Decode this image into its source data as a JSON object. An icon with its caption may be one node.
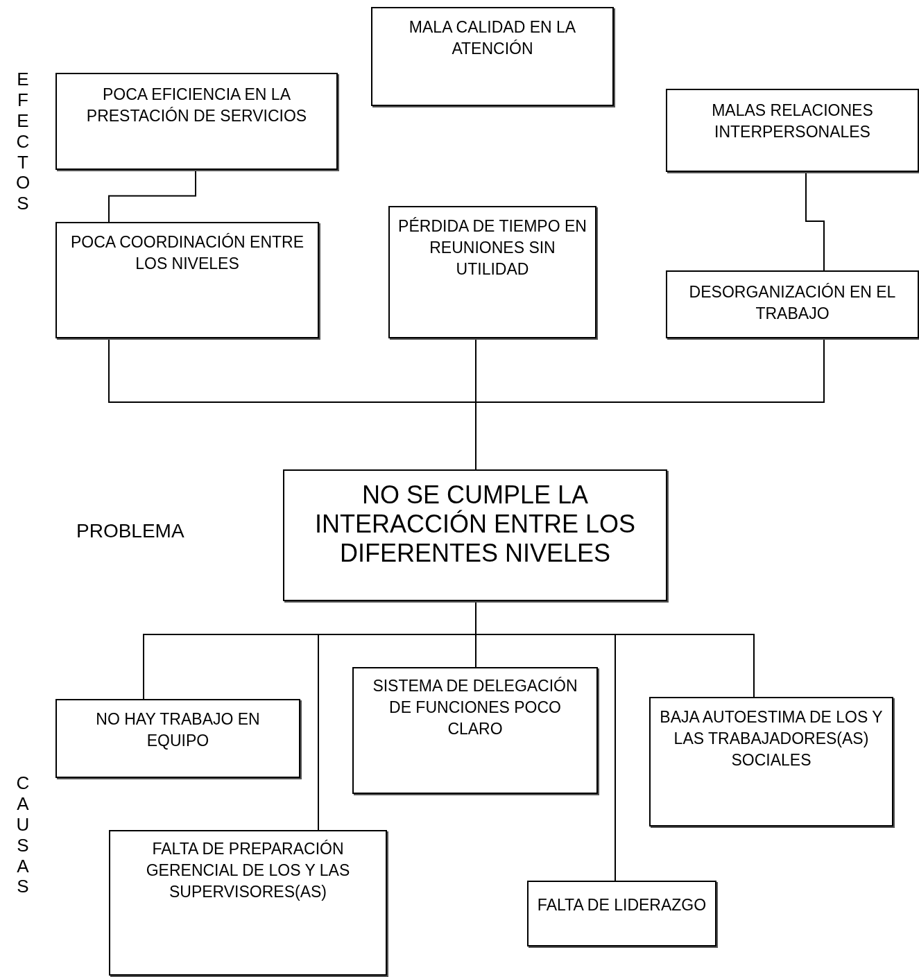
{
  "diagram": {
    "nodes": [
      {
        "text": [
          "MALA CALIDAD EN LA ATENCIÓN"
        ]
      },
      {
        "text": [
          "POCA EFICIENCIA EN LA PRESTACIÓN DE SERVICIOS"
        ]
      },
      {
        "text": [
          "MALAS RELACIONES INTERPERSONALES"
        ]
      },
      {
        "text": [
          "POCA COORDINACIÓN ENTRE LOS NIVELES"
        ]
      },
      {
        "text": [
          "PÉRDIDA DE TIEMPO EN REUNIONES SIN UTILIDAD"
        ]
      },
      {
        "text": [
          "DESORGANIZACIÓN EN EL TRABAJO"
        ]
      },
      {
        "text": [
          "NO SE CUMPLE LA INTERACCIÓN ENTRE LOS DIFERENTES NIVELES"
        ]
      },
      {
        "text": [
          "NO HAY TRABAJO EN EQUIPO"
        ]
      },
      {
        "text": [
          "SISTEMA DE DELEGACIÓN DE FUNCIONES POCO CLARO"
        ]
      },
      {
        "text": [
          "BAJA AUTOESTIMA DE LOS Y LAS TRABAJADORES(AS) SOCIALES"
        ]
      },
      {
        "text": [
          "FALTA DE PREPARACIÓN GERENCIAL DE LOS Y LAS SUPERVISORES(AS)"
        ]
      },
      {
        "text": [
          "FALTA DE LIDERAZGO"
        ]
      }
    ],
    "edges": [
      {
        "from": 1,
        "to": 3,
        "arrow": "none"
      },
      {
        "from": 2,
        "to": 5,
        "arrow": "none"
      },
      {
        "from": 3,
        "to": 6,
        "arrow": "none"
      },
      {
        "from": 4,
        "to": 6,
        "arrow": "none"
      },
      {
        "from": 5,
        "to": 6,
        "arrow": "none"
      },
      {
        "from": 6,
        "to": 7,
        "arrow": "none"
      },
      {
        "from": 6,
        "to": 10,
        "arrow": "none"
      },
      {
        "from": 6,
        "to": 8,
        "arrow": "none"
      },
      {
        "from": 6,
        "to": 11,
        "arrow": "none"
      },
      {
        "from": 6,
        "to": 9,
        "arrow": "none"
      }
    ],
    "labels": [
      "EFECTOS",
      "PROBLEMA",
      "CAUSAS"
    ]
  }
}
